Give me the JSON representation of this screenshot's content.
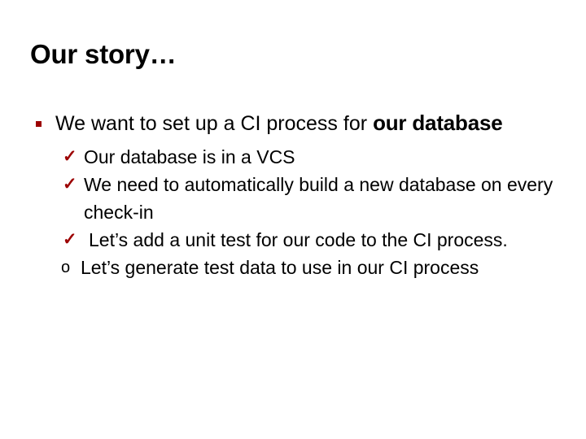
{
  "slide": {
    "title": "Our story…",
    "background_color": "#ffffff",
    "text_color": "#000000",
    "accent_color": "#9c0000",
    "bullet_level1": {
      "marker": "square-bullet",
      "marker_char": "§",
      "text_regular": "We want to set up a CI process for",
      "text_heavy": " our database"
    },
    "sub_bullets": [
      {
        "marker": "check-icon",
        "marker_char": "✓",
        "marker_color": "#9c0000",
        "text": "Our database is in a VCS"
      },
      {
        "marker": "check-icon",
        "marker_char": "✓",
        "marker_color": "#9c0000",
        "text": "We need to automatically build a new database on every check-in"
      },
      {
        "marker": "check-icon",
        "marker_char": "✓",
        "marker_color": "#9c0000",
        "text": "Let’s add a unit test for our code to the CI process."
      },
      {
        "marker": "circle-bullet-icon",
        "marker_char": "o",
        "marker_color": "#000000",
        "text": "Let’s generate test data to use in our CI process"
      }
    ]
  }
}
